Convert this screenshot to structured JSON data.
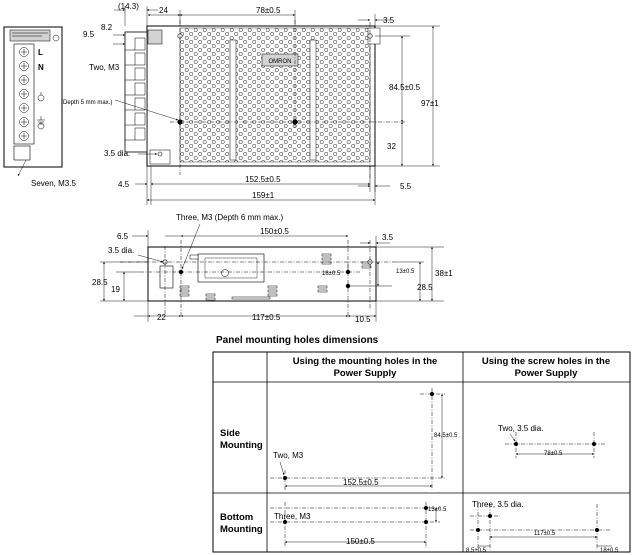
{
  "top_view": {
    "dims": {
      "d14_3": "(14.3)",
      "d24": "24",
      "d78": "78±0.5",
      "d3_5_top": "3.5",
      "d8_2": "8.2",
      "d9_5": "9.5",
      "d84_5": "84.5±0.5",
      "d97": "97±1",
      "d32": "32",
      "d5_5": "5.5",
      "d4_5": "4.5",
      "d152_5": "152.5±0.5",
      "d159": "159±1"
    },
    "labels": {
      "two_m3": "Two, M3",
      "two_m3_depth": "(Depth 5 mm max.)",
      "dia_3_5": "3.5 dia.",
      "seven_m3_5": "Seven, M3.5",
      "brand": "OMRON"
    },
    "terminals": [
      "L",
      "N"
    ]
  },
  "side_view": {
    "dims": {
      "d6_5": "6.5",
      "d150": "150±0.5",
      "d3_5_dia": "3.5 dia.",
      "d3_5": "3.5",
      "d18": "18±0.5",
      "d13": "13±0.5",
      "d38": "38±1",
      "d28_5_left": "28.5",
      "d19": "19",
      "d28_5_right": "28.5",
      "d22": "22",
      "d117": "117±0.5",
      "d10_5": "10.5"
    },
    "labels": {
      "three_m3": "Three, M3 (Depth 6 mm max.)"
    }
  },
  "panel_table": {
    "title": "Panel mounting holes dimensions",
    "col_headers": [
      "Using the mounting holes in the Power Supply",
      "Using the screw holes in the Power Supply"
    ],
    "rows": [
      {
        "label": "Side Mounting",
        "left": {
          "note": "Two, M3",
          "d152_5": "152.5±0.5",
          "d84_5": "84.5±0.5"
        },
        "right": {
          "note": "Two, 3.5 dia.",
          "d78": "78±0.5"
        }
      },
      {
        "label": "Bottom Mounting",
        "left": {
          "note": "Three, M3",
          "d150": "150±0.5",
          "d13": "13±0.5"
        },
        "right": {
          "note": "Three, 3.5 dia.",
          "d8_5": "8.5±0.5",
          "d117": "117±0.5",
          "d18": "18±0.5"
        }
      }
    ]
  }
}
